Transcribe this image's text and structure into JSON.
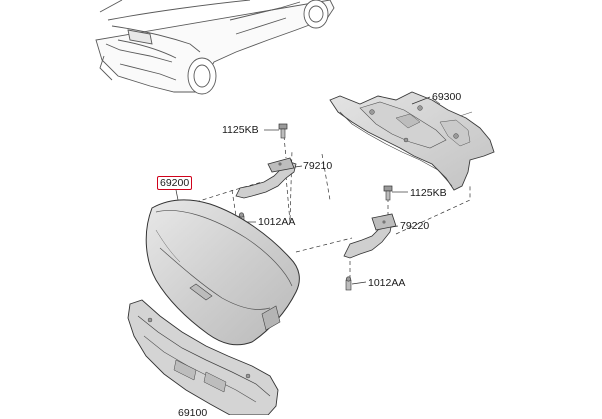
{
  "diagram": {
    "labels": {
      "floor_panel": "69300",
      "bolt_upper": "1125KB",
      "hinge_left": "79210",
      "trunk_lid": "69200",
      "bolt_right": "1125KB",
      "nut_left": "1012AA",
      "hinge_right": "79220",
      "nut_right": "1012AA",
      "back_panel": "69100"
    },
    "highlight_color": "#d0021b",
    "part_fill": "#d9d9d9",
    "line_color": "#3a3a3a"
  }
}
